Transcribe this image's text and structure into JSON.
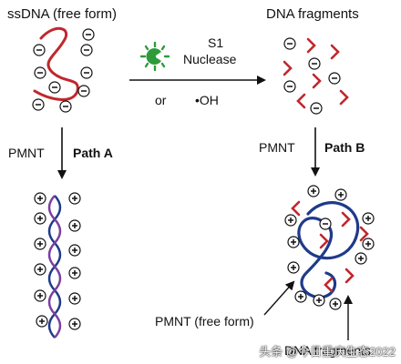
{
  "labels": {
    "ssdna": "ssDNA (free form)",
    "fragments_top": "DNA fragments",
    "s1": "S1",
    "nuclease": "Nuclease",
    "or": "or",
    "oh": "•OH",
    "pmnt_a": "PMNT",
    "path_a": "Path A",
    "pmnt_b": "PMNT",
    "path_b": "Path B",
    "pmnt_free": "PMNT (free form)",
    "fragments_bottom": "DNA fragments"
  },
  "symbols": {
    "minus": "⊖",
    "plus": "⊕"
  },
  "watermark": "头条 @今日重庆生态2022",
  "colors": {
    "dna": "#c0272d",
    "polymer": "#1f3a8a",
    "complex_strand": "#7a3fa0",
    "nuclease": "#2e9b3a",
    "arrow": "#111111"
  },
  "icons": [
    "nuclease-icon",
    "minus-charge-icon",
    "plus-charge-icon",
    "arrow-icon"
  ]
}
